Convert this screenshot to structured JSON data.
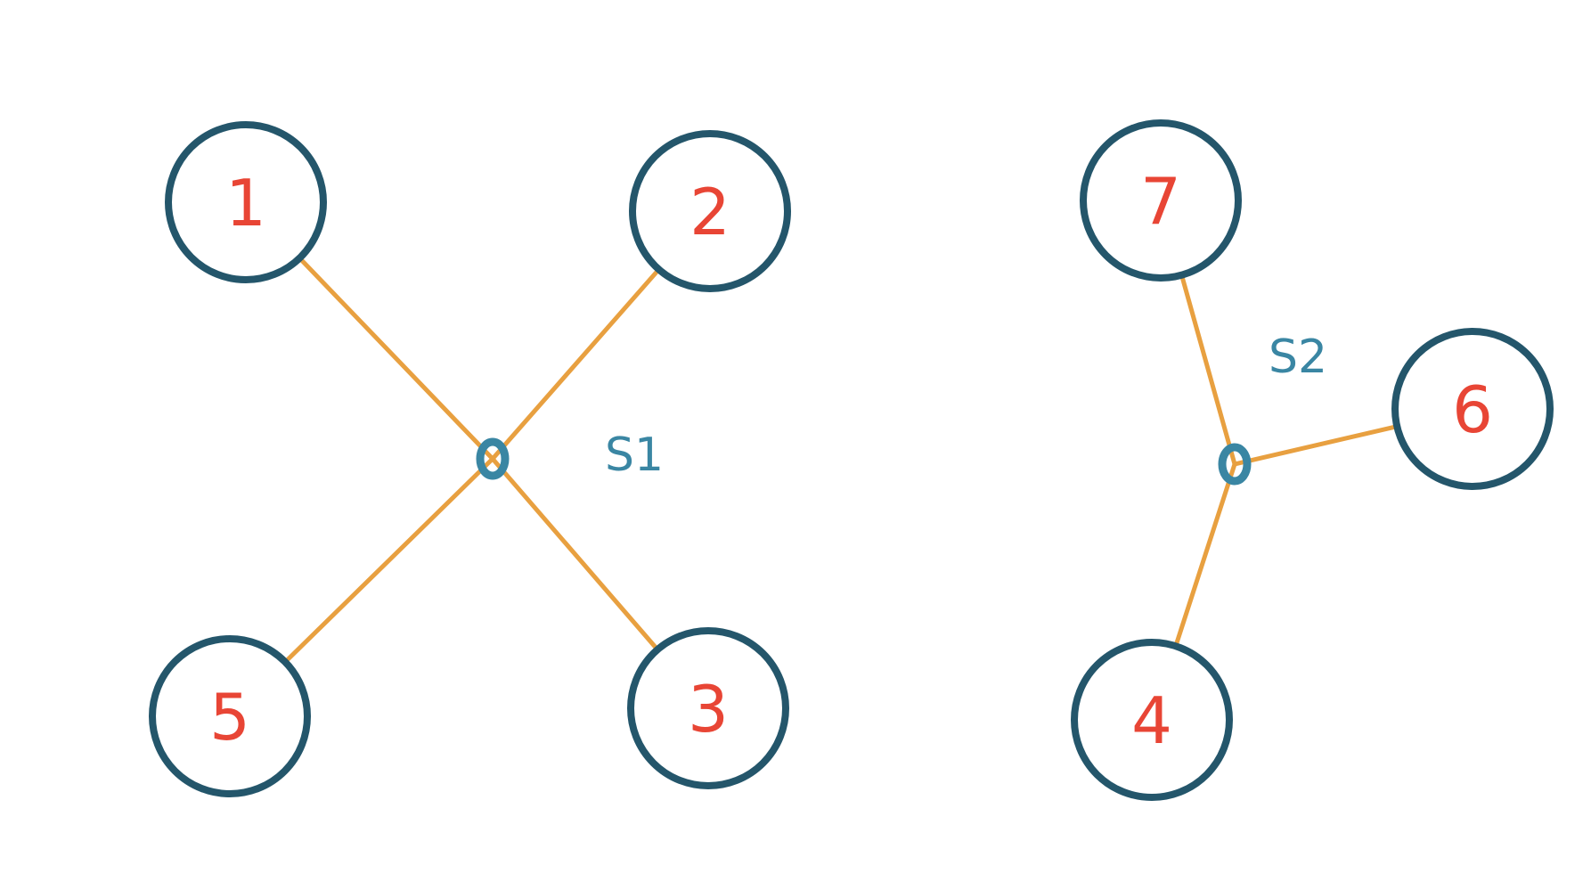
{
  "diagram": {
    "colors": {
      "node_stroke": "#24566b",
      "node_label": "#e84535",
      "edge": "#e8a040",
      "switch": "#3a86a3"
    },
    "nodes": [
      {
        "id": "1",
        "label": "1"
      },
      {
        "id": "2",
        "label": "2"
      },
      {
        "id": "3",
        "label": "3"
      },
      {
        "id": "5",
        "label": "5"
      },
      {
        "id": "7",
        "label": "7"
      },
      {
        "id": "6",
        "label": "6"
      },
      {
        "id": "4",
        "label": "4"
      }
    ],
    "switches": [
      {
        "id": "S1",
        "label": "S1",
        "connects": [
          "1",
          "2",
          "3",
          "5"
        ]
      },
      {
        "id": "S2",
        "label": "S2",
        "connects": [
          "7",
          "6",
          "4"
        ]
      }
    ]
  }
}
